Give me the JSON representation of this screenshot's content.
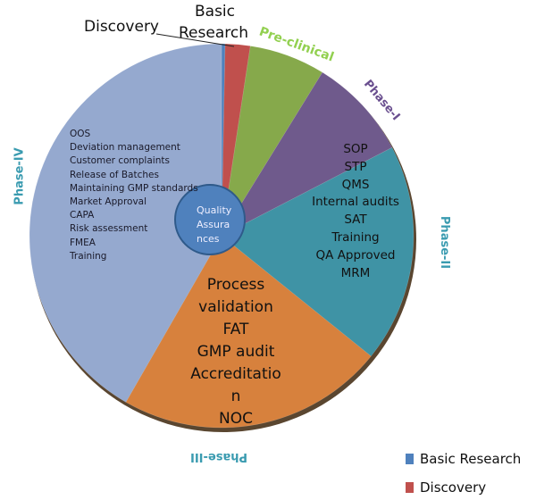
{
  "chart_data": {
    "type": "pie",
    "title": "",
    "slices": [
      {
        "label": "Basic Research",
        "value": 0.3,
        "color": "#4f81bd"
      },
      {
        "label": "Discovery",
        "value": 2.1,
        "color": "#c0504d"
      },
      {
        "label": "Pre-clinical",
        "value": 6.4,
        "color": "#86a94b"
      },
      {
        "label": "Phase-I",
        "value": 8.6,
        "color": "#6f5a8c"
      },
      {
        "label": "Phase-II",
        "value": 18.4,
        "color": "#3f93a5"
      },
      {
        "label": "Phase-III",
        "value": 22.5,
        "color": "#d7813d"
      },
      {
        "label": "Phase-IV",
        "value": 41.7,
        "color": "#95a9cf"
      }
    ],
    "legend": {
      "placement": "bottom-right",
      "entries": [
        "Basic Research",
        "Discovery"
      ]
    }
  },
  "labels": {
    "basic": [
      "Basic",
      "Research"
    ],
    "discovery": "Discovery",
    "preclinical": "Pre-clinical",
    "phase1": "Phase-I",
    "phase2": "Phase-II",
    "phase3": "Phase-III",
    "phase4": "Phase-IV",
    "center": [
      "Quality",
      "Assura",
      "nces"
    ]
  },
  "phase4_items": [
    "OOS",
    "Deviation management",
    "Customer complaints",
    "Release of Batches",
    "Maintaining GMP standards",
    "Market Approval",
    "CAPA",
    "Risk assessment",
    "FMEA",
    "Training"
  ],
  "phase2_items": [
    "SOP",
    "STP",
    "QMS",
    "Internal audits",
    "SAT",
    "Training",
    "QA Approved",
    "MRM"
  ],
  "phase3_items": [
    "Process",
    "validation",
    "FAT",
    "GMP audit",
    "Accreditatio",
    "n",
    "NOC"
  ],
  "colors": {
    "label_teal": "#3a9bb0",
    "label_green": "#92d050",
    "label_purple": "#6a4f8f",
    "center": "#4f81bd"
  }
}
